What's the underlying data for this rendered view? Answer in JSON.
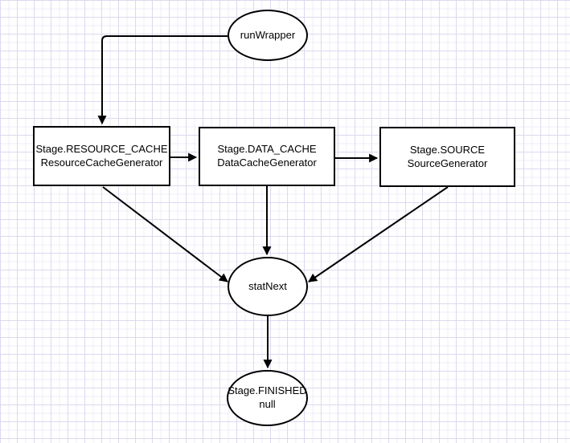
{
  "diagram": {
    "nodes": {
      "run_wrapper": {
        "shape": "ellipse",
        "lines": [
          "runWrapper"
        ]
      },
      "resource_cache": {
        "shape": "rect",
        "lines": [
          "Stage.RESOURCE_CACHE",
          "ResourceCacheGenerator"
        ]
      },
      "data_cache": {
        "shape": "rect",
        "lines": [
          "Stage.DATA_CACHE",
          "DataCacheGenerator"
        ]
      },
      "source": {
        "shape": "rect",
        "lines": [
          "Stage.SOURCE",
          "SourceGenerator"
        ]
      },
      "stat_next": {
        "shape": "ellipse",
        "lines": [
          "statNext"
        ]
      },
      "finished": {
        "shape": "ellipse",
        "lines": [
          "Stage.FINISHED",
          "null"
        ]
      }
    },
    "edges": [
      {
        "from": "run_wrapper",
        "to": "resource_cache"
      },
      {
        "from": "resource_cache",
        "to": "data_cache"
      },
      {
        "from": "data_cache",
        "to": "source"
      },
      {
        "from": "resource_cache",
        "to": "stat_next"
      },
      {
        "from": "data_cache",
        "to": "stat_next"
      },
      {
        "from": "source",
        "to": "stat_next"
      },
      {
        "from": "stat_next",
        "to": "finished"
      }
    ],
    "colors": {
      "stroke": "#000000",
      "node_fill": "#ffffff",
      "canvas_bg": "#ffffff",
      "grid_major": "#dcd9ef",
      "grid_minor": "#efedf8"
    }
  }
}
